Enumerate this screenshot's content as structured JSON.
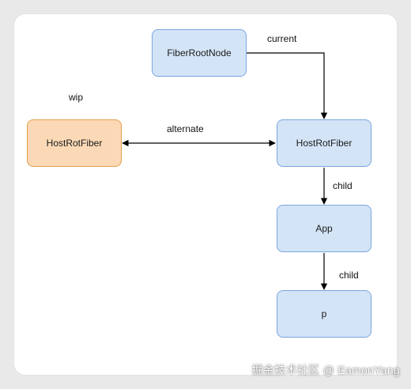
{
  "nodes": {
    "fiber_root_node": "FiberRootNode",
    "host_rot_fiber_wip": "HostRotFiber",
    "host_rot_fiber_current": "HostRotFiber",
    "app": "App",
    "p": "p"
  },
  "labels": {
    "wip": "wip",
    "current": "current",
    "alternate": "alternate",
    "child_1": "child",
    "child_2": "child"
  },
  "watermark": "掘金技术社区 @ EamonYang",
  "colors": {
    "node_fill": "#d4e4f7",
    "node_border": "#7aa6e0",
    "wip_fill": "#fbd9b6",
    "wip_border": "#e2a04e",
    "edge": "#000000"
  }
}
